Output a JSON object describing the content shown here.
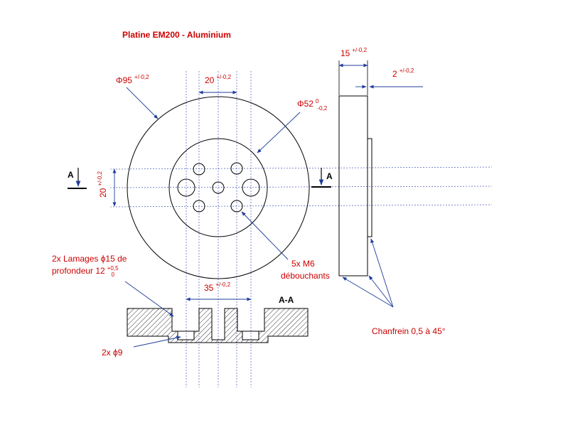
{
  "title": "Platine EM200 - Aluminium",
  "dims": {
    "d95": {
      "main": "Φ95",
      "tol": "+/-0,2"
    },
    "w20": {
      "main": "20",
      "tol": "+/-0,2"
    },
    "d52": {
      "main": "Φ52",
      "tol_top": "0",
      "tol_bottom": "-0,2"
    },
    "h20": {
      "main": "20",
      "tol": "+/-0,2"
    },
    "t15": {
      "main": "15",
      "tol": "+/-0,2"
    },
    "t2": {
      "main": "2",
      "tol": "+/-0,2"
    },
    "w35": {
      "main": "35",
      "tol": "+/-0,2"
    }
  },
  "notes": {
    "lamages_line1": "2x Lamages ϕ15 de",
    "lamages_line2_main": "profondeur 12",
    "lamages_tol_top": "+0,5",
    "lamages_tol_bottom": "0",
    "m6_line1": "5x M6",
    "m6_line2": "débouchants",
    "phi9": "2x ϕ9",
    "chamfer": "Chanfrein 0,5 à 45°"
  },
  "section": {
    "marker": "A",
    "label": "A-A"
  },
  "colors": {
    "text_red": "#cc0000",
    "dimension_blue": "#1f3d99",
    "outline": "#000000"
  }
}
